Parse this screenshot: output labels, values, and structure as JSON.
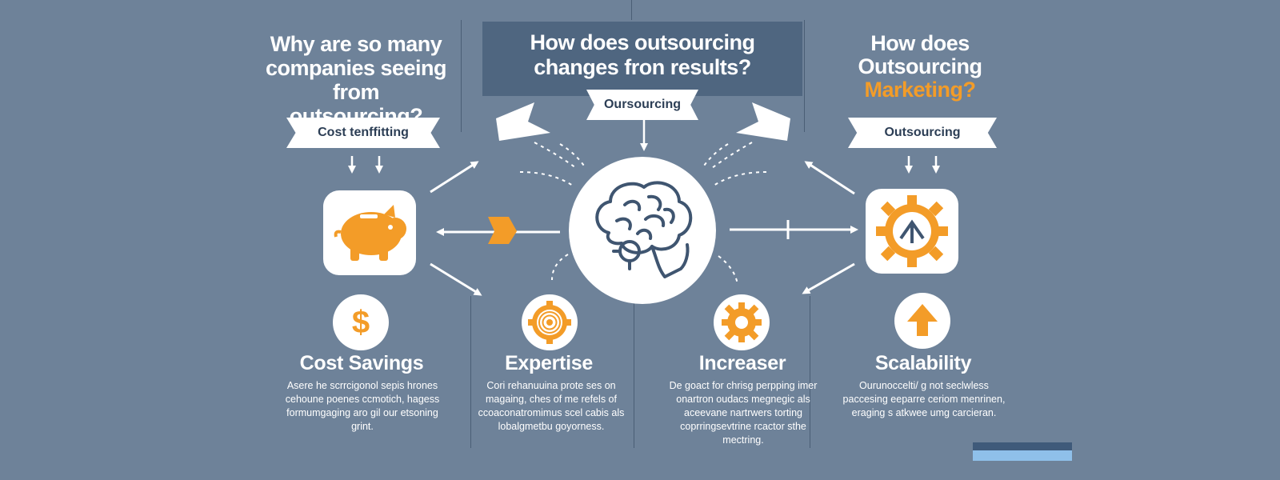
{
  "columns": {
    "left": {
      "title": "Why are so many companies seeing from outsourcing?",
      "ribbon": "Cost tenffitting",
      "tile_icon": "piggy-bank-icon"
    },
    "center": {
      "title_line1": "How does outsourcing",
      "title_line2": "changes fron results?",
      "ribbon": "Oursourcing",
      "hub_icon": "brain-head-icon"
    },
    "right": {
      "title_line1": "How does",
      "title_line2": "Outsourcing",
      "title_accent": "Marketing?",
      "ribbon": "Outsourcing",
      "tile_icon": "gear-arrow-up-icon"
    }
  },
  "benefits": [
    {
      "icon": "dollar-icon",
      "icon_glyph": "$",
      "label": "Cost Savings",
      "desc": "Asere he scrrcigonol sepis hrones cehoune poenes ccmotich, hagess formumgaging aro gil our etsoning grint."
    },
    {
      "icon": "target-gear-icon",
      "label": "Expertise",
      "desc": "Cori rehanuuina prote ses on magaing, ches of me refels of ccoaconatromimus scel cabis als lobalgmetbu goyorness."
    },
    {
      "icon": "gear-icon",
      "label": "Increaser",
      "desc": "De goact for chrisg perpping imer onartron oudacs megnegic als aceevane nartrwers torting coprringsevtrine rcactor sthe mectring."
    },
    {
      "icon": "arrow-up-icon",
      "label": "Scalability",
      "desc": "Ourunoccelti/ g not seclwless paccesing eeparre ceriom menrinen, eraging s atkwee umg carcieran."
    }
  ],
  "colors": {
    "background": "#6e8299",
    "accent": "#f39c28",
    "panel": "#4f6680",
    "text": "#ffffff",
    "ribbon_text": "#2c3e55"
  }
}
